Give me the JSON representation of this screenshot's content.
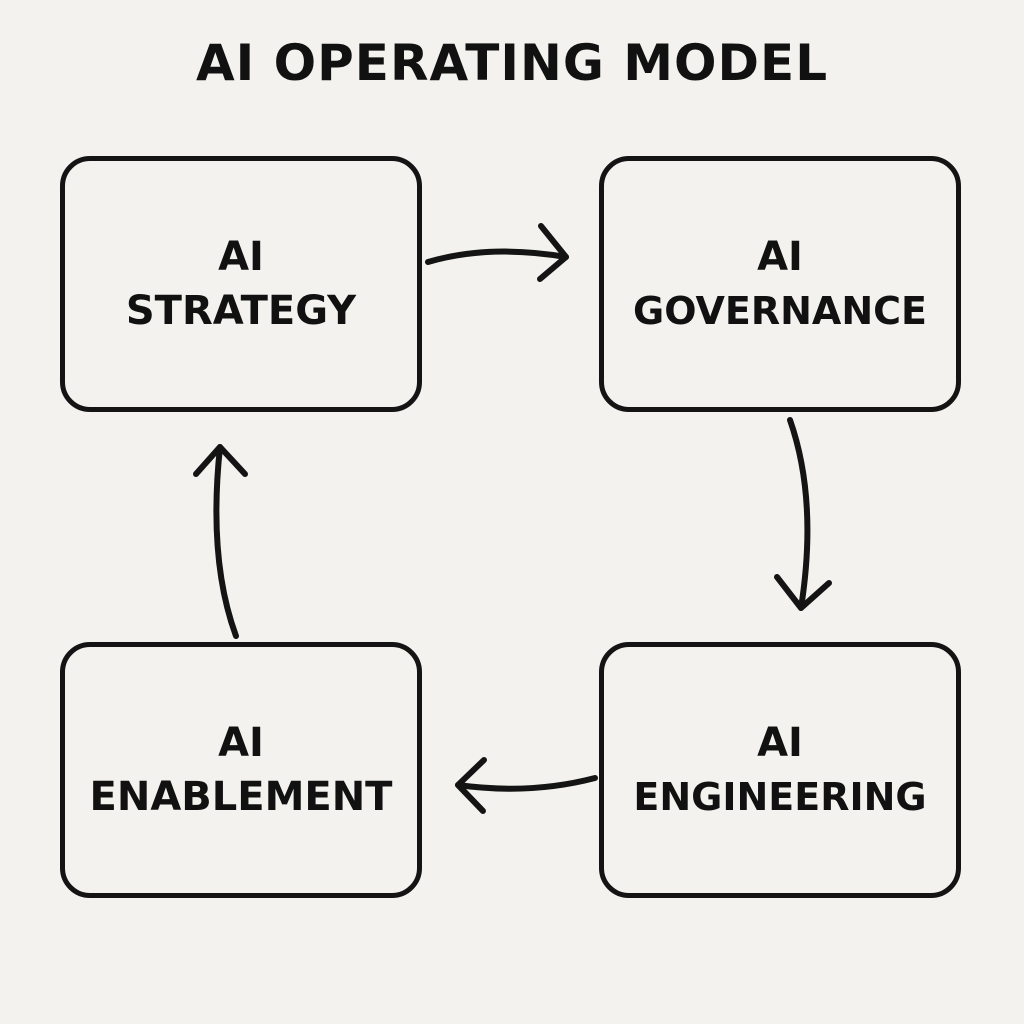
{
  "title": "AI OPERATING MODEL",
  "colors": {
    "background": "#f3f2ee",
    "stroke": "#141414",
    "text": "#111111"
  },
  "nodes": {
    "strategy": {
      "line1": "AI",
      "line2": "STRATEGY"
    },
    "governance": {
      "line1": "AI",
      "line2": "GOVERNANCE"
    },
    "engineering": {
      "line1": "AI",
      "line2": "ENGINEERING"
    },
    "enablement": {
      "line1": "AI",
      "line2": "ENABLEMENT"
    }
  },
  "edges": [
    {
      "from": "strategy",
      "to": "governance"
    },
    {
      "from": "governance",
      "to": "engineering"
    },
    {
      "from": "engineering",
      "to": "enablement"
    },
    {
      "from": "enablement",
      "to": "strategy"
    }
  ]
}
